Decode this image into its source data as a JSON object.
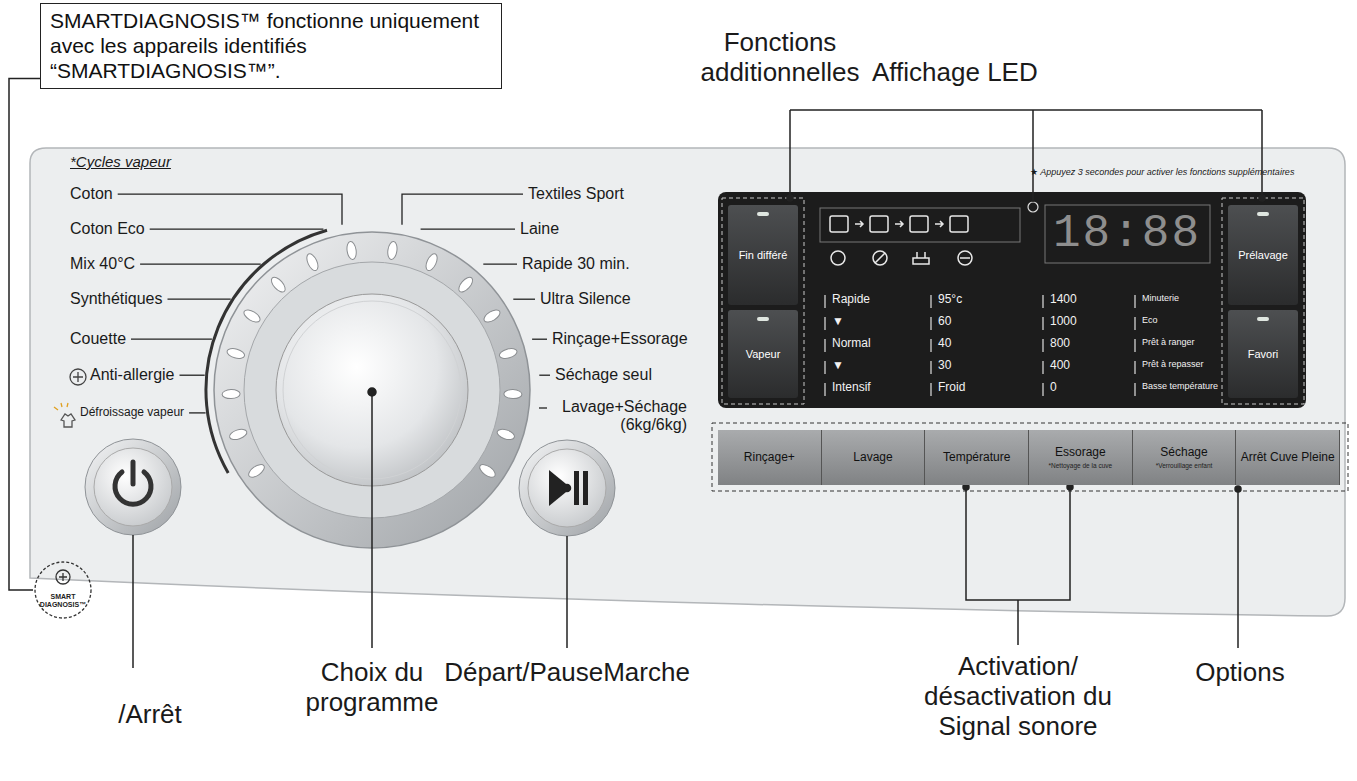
{
  "diagram": {
    "nodes": [
      {
        "text": [
          "SMARTDIAGNOSIS™ fonctionne uniquement avec les appareils identifiés “SMARTDIAGNOSIS™”."
        ]
      },
      {
        "text": [
          "SMART DIAGNOSIS™"
        ]
      },
      {
        "text": [
          "Fin différé"
        ]
      },
      {
        "text": [
          "Vapeur"
        ]
      },
      {
        "text": [
          "Prélavage"
        ]
      },
      {
        "text": [
          "Favori"
        ]
      },
      {
        "text": [
          "Rinçage+"
        ]
      },
      {
        "text": [
          "Lavage"
        ]
      },
      {
        "text": [
          "Température"
        ]
      },
      {
        "text": [
          "Essorage",
          "*Nettoyage de la cuve"
        ]
      },
      {
        "text": [
          "Séchage",
          "*Verrouillage enfant"
        ]
      },
      {
        "text": [
          "Arrêt Cuve Pleine"
        ]
      }
    ],
    "edges": [
      {
        "from": 0,
        "to": 1,
        "arrow": "none"
      }
    ],
    "labels": [
      "Fonctions additionnelles",
      "Affichage LED",
      "*Cycles vapeur",
      "Coton",
      "Coton Eco",
      "Mix 40°C",
      "Synthétiques",
      "Couette",
      "Anti-allergie",
      "Défroissage vapeur",
      "Textiles Sport",
      "Laine",
      "Rapide 30 min.",
      "Ultra Silence",
      "Rinçage+Essorage",
      "Séchage seul",
      "Lavage+Séchage (6kg/6kg)",
      "★ Appuyez 3 secondes pour activer les fonctions supplémentaires",
      "18:88",
      "Rapide",
      "95°c",
      "1400",
      "Minuterie",
      "▼",
      "60",
      "1000",
      "Eco",
      "Normal",
      "40",
      "800",
      "Prêt à ranger",
      "▼",
      "30",
      "400",
      "Prêt à repasser",
      "Intensif",
      "Froid",
      "0",
      "Basse température",
      "/Arrêt",
      "Choix du programme",
      "Départ/PauseMarche",
      "Activation/ désactivation du Signal sonore",
      "Options"
    ]
  }
}
